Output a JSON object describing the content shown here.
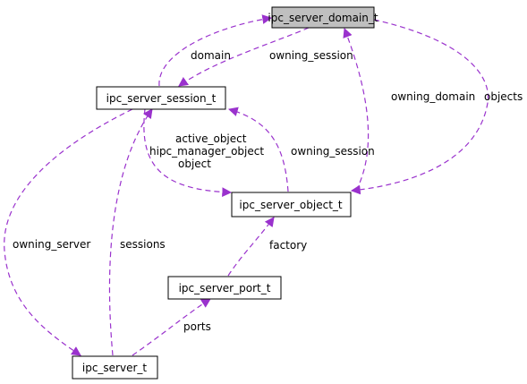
{
  "diagram": {
    "edge_color": "#9a32cd",
    "highlight_fill": "#bfbfbf",
    "nodes": {
      "domain": "ipc_server_domain_t",
      "session": "ipc_server_session_t",
      "object": "ipc_server_object_t",
      "port": "ipc_server_port_t",
      "server": "ipc_server_t"
    },
    "edges": {
      "session_to_domain_label": "domain",
      "domain_to_session_label": "owning_session",
      "object_to_domain_label": "owning_domain",
      "domain_to_object_label": "objects",
      "session_to_object_labels": [
        "active_object",
        "hipc_manager_object",
        "object"
      ],
      "object_to_session_label": "owning_session",
      "port_to_object_label": "factory",
      "session_to_server_label": "owning_server",
      "server_to_session_label": "sessions",
      "server_to_port_label": "ports"
    }
  }
}
